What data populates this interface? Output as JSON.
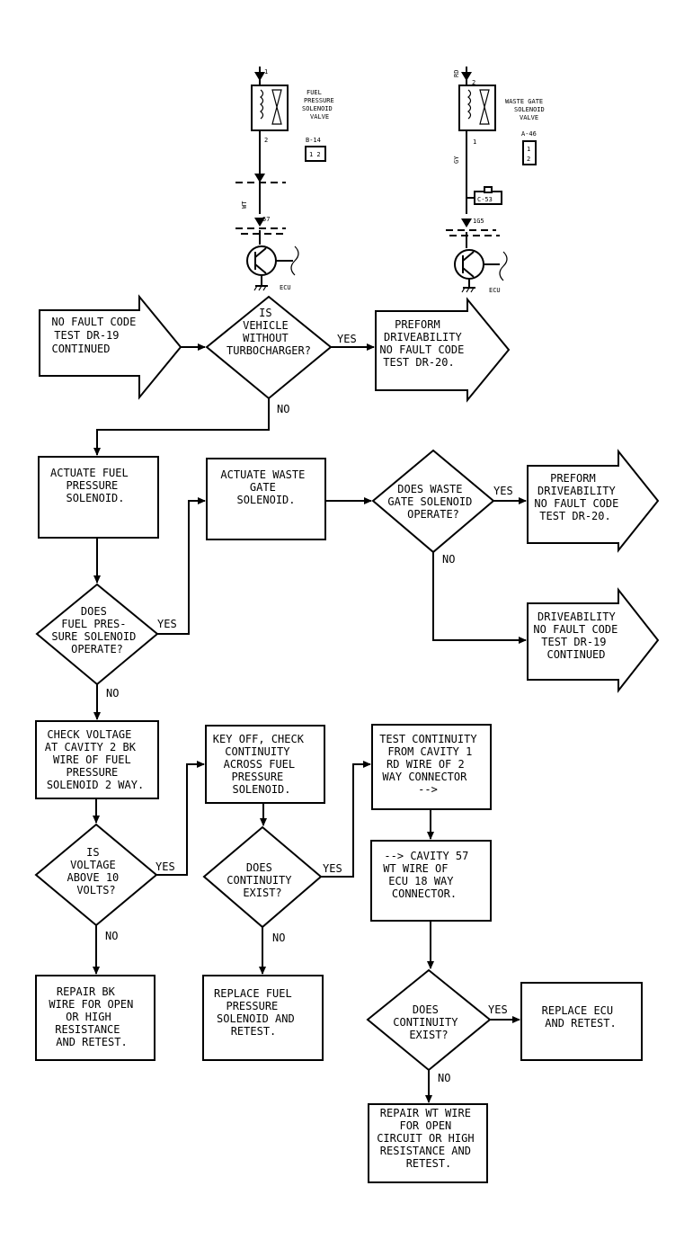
{
  "schematic": {
    "left": {
      "pin_top": "1",
      "pin_bottom": "2",
      "component": [
        "FUEL",
        "PRESSURE",
        "SOLENOID",
        "VALVE"
      ],
      "connector_id": "B-14",
      "connector_pins": "1 2",
      "wire_color": "WT",
      "ecu_pin": "57",
      "ecu_label": "ECU"
    },
    "right": {
      "wire_top": "RD",
      "pin_top": "2",
      "pin_bottom": "1",
      "component": [
        "WASTE GATE",
        "SOLENOID",
        "VALVE"
      ],
      "connector_id": "A-46",
      "connector_pins": [
        "1",
        "2"
      ],
      "wire_color": "GY",
      "mid_connector": "C-53",
      "ecu_pin": "1G5",
      "ecu_label": "ECU"
    }
  },
  "nodes": {
    "start": [
      "NO FAULT CODE",
      "TEST DR-19",
      "CONTINUED"
    ],
    "q_turbo": [
      "IS",
      "VEHICLE",
      "WITHOUT",
      "TURBOCHARGER?"
    ],
    "perform_top": [
      "PREFORM",
      "DRIVEABILITY",
      "NO FAULT CODE",
      "TEST DR-20."
    ],
    "actuate_fuel": [
      "ACTUATE FUEL",
      "PRESSURE",
      "SOLENOID."
    ],
    "actuate_waste": [
      "ACTUATE WASTE",
      "GATE",
      "SOLENOID."
    ],
    "q_waste": [
      "DOES WASTE",
      "GATE SOLENOID",
      "OPERATE?"
    ],
    "perform_mid": [
      "PREFORM",
      "DRIVEABILITY",
      "NO FAULT CODE",
      "TEST DR-20."
    ],
    "continued_mid": [
      "DRIVEABILITY",
      "NO FAULT CODE",
      "TEST DR-19",
      "CONTINUED"
    ],
    "q_fuel": [
      "DOES",
      "FUEL PRES-",
      "SURE SOLENOID",
      "OPERATE?"
    ],
    "check_voltage": [
      "CHECK VOLTAGE",
      "AT CAVITY 2 BK",
      "WIRE OF FUEL",
      "PRESSURE",
      "SOLENOID 2 WAY."
    ],
    "key_off": [
      "KEY OFF, CHECK",
      "CONTINUITY",
      "ACROSS FUEL",
      "PRESSURE",
      "SOLENOID."
    ],
    "test_cont": [
      "TEST CONTINUITY",
      "FROM CAVITY 1",
      "RD WIRE OF 2",
      "WAY CONNECTOR",
      "-->"
    ],
    "cavity57": [
      "--> CAVITY 57",
      "WT WIRE OF",
      "ECU 18 WAY",
      "CONNECTOR."
    ],
    "q_voltage": [
      "IS",
      "VOLTAGE",
      "ABOVE 10",
      "VOLTS?"
    ],
    "q_cont1": [
      "DOES",
      "CONTINUITY",
      "EXIST?"
    ],
    "repair_bk": [
      "REPAIR BK",
      "WIRE FOR OPEN",
      "OR HIGH",
      "RESISTANCE",
      "AND RETEST."
    ],
    "replace_fuel": [
      "REPLACE FUEL",
      "PRESSURE",
      "SOLENOID AND",
      "RETEST."
    ],
    "q_cont2": [
      "DOES",
      "CONTINUITY",
      "EXIST?"
    ],
    "replace_ecu": [
      "REPLACE ECU",
      "AND RETEST."
    ],
    "repair_wt": [
      "REPAIR WT WIRE",
      "FOR OPEN",
      "CIRCUIT OR HIGH",
      "RESISTANCE AND",
      "RETEST."
    ]
  },
  "labels": {
    "yes": "YES",
    "no": "NO"
  }
}
